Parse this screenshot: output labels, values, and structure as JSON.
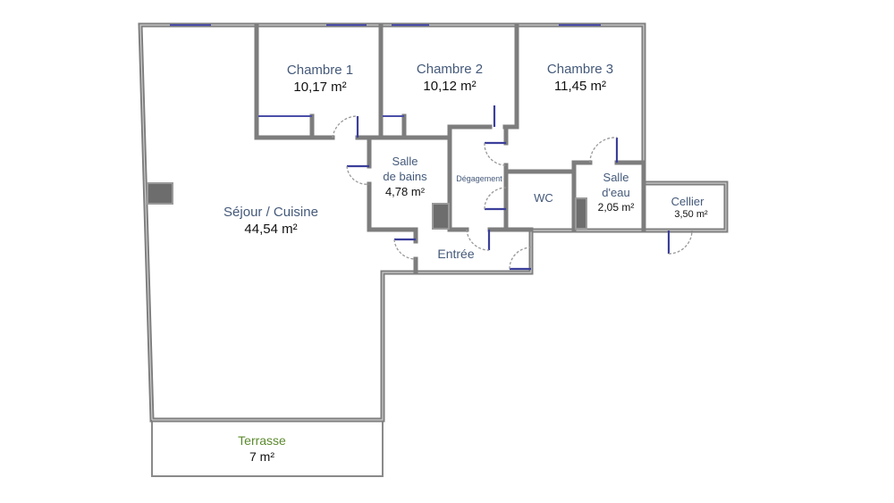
{
  "rooms": [
    {
      "name": "Chambre 1",
      "area": "10,17 m²"
    },
    {
      "name": "Chambre 2",
      "area": "10,12 m²"
    },
    {
      "name": "Chambre 3",
      "area": "11,45 m²"
    },
    {
      "name_line1": "Salle",
      "name_line2": "de bains",
      "area": "4,78 m²"
    },
    {
      "name": "Dégagement"
    },
    {
      "name": "WC"
    },
    {
      "name_line1": "Salle",
      "name_line2": "d'eau",
      "area": "2,05 m²"
    },
    {
      "name": "Cellier",
      "area": "3,50 m²"
    },
    {
      "name": "Séjour / Cuisine",
      "area": "44,54 m²"
    },
    {
      "name": "Entrée"
    },
    {
      "name": "Terrasse",
      "area": "7 m²"
    }
  ],
  "colors": {
    "room_label": "#44597a",
    "terrace_label": "#5b8a2e",
    "wall": "#7d7d7d",
    "window": "#4b4fa8"
  }
}
